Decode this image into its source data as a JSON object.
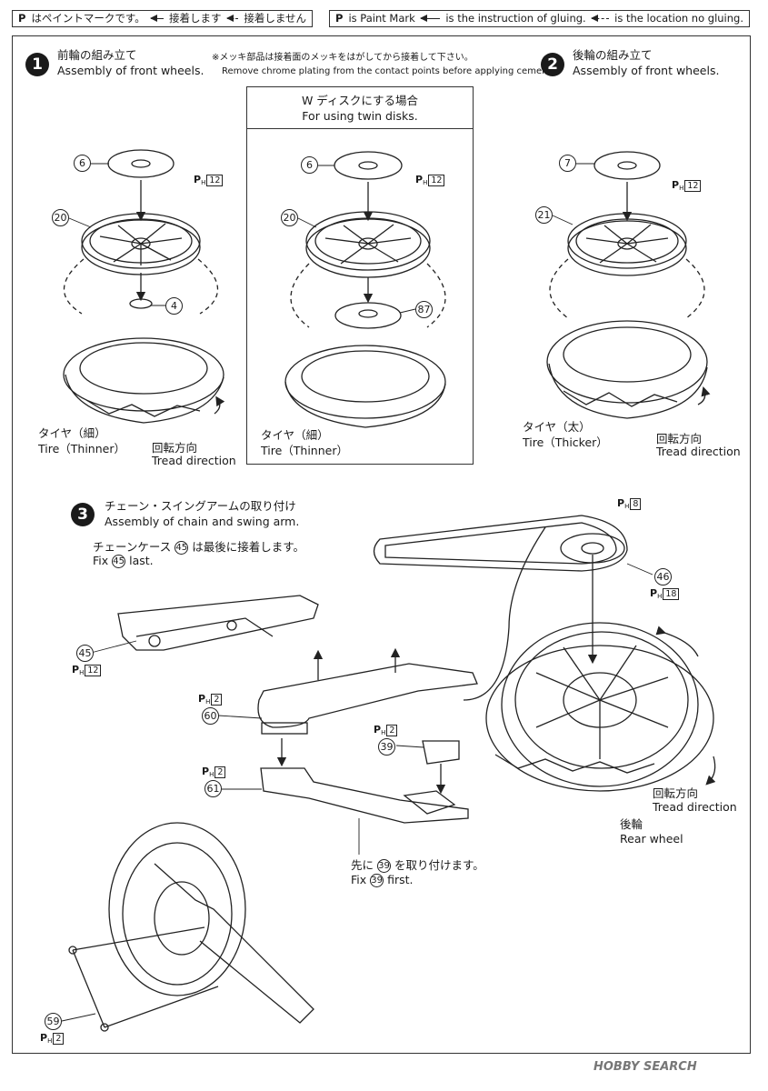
{
  "legend": {
    "jp": {
      "mark": "P",
      "mark_text": "はペイントマークです。",
      "glue": "接着します",
      "noglue": "接着しません"
    },
    "en": {
      "mark": "P",
      "mark_text": "is Paint Mark",
      "glue": "is the instruction of gluing.",
      "noglue": "is the location no gluing."
    }
  },
  "notes": {
    "chrome_jp": "※メッキ部品は接着面のメッキをはがしてから接着して下さい。",
    "chrome_en": "Remove chrome plating from the contact points before applying cement."
  },
  "step1": {
    "num": "1",
    "title_jp": "前輪の組み立て",
    "title_en": "Assembly of front wheels.",
    "tire_jp": "タイヤ（細）",
    "tire_en": "Tire（Thinner）",
    "dir_jp": "回転方向",
    "dir_en": "Tread direction"
  },
  "twin": {
    "title_jp": "W ディスクにする場合",
    "title_en": "For using twin disks.",
    "tire_jp": "タイヤ（細）",
    "tire_en": "Tire（Thinner）"
  },
  "step2": {
    "num": "2",
    "title_jp": "後輪の組み立て",
    "title_en": "Assembly of front wheels.",
    "tire_jp": "タイヤ（太）",
    "tire_en": "Tire（Thicker）",
    "dir_jp": "回転方向",
    "dir_en": "Tread direction"
  },
  "step3": {
    "num": "3",
    "title_jp": "チェーン・スイングアームの取り付け",
    "title_en": "Assembly of chain and swing arm.",
    "fix_jp_pre": "チェーンケース",
    "fix_jp_part": "45",
    "fix_jp_post": "は最後に接着します。",
    "fix_en_pre": "Fix",
    "fix_en_part": "45",
    "fix_en_post": "last.",
    "first_jp_pre": "先に",
    "first_jp_part": "39",
    "first_jp_post": "を取り付けます。",
    "first_en_pre": "Fix",
    "first_en_part": "39",
    "first_en_post": "first.",
    "dir_jp": "回転方向",
    "dir_en": "Tread direction",
    "rear_jp": "後輪",
    "rear_en": "Rear wheel"
  },
  "parts": {
    "p6a": "6",
    "p20a": "20",
    "p4": "4",
    "p6b": "6",
    "p20b": "20",
    "p87": "87",
    "p7": "7",
    "p21": "21",
    "p45": "45",
    "p46": "46",
    "p60": "60",
    "p61": "61",
    "p39": "39",
    "p59": "59"
  },
  "pmarks": {
    "pm1": "12",
    "pm2": "12",
    "pm3": "12",
    "pm4": "8",
    "pm5": "18",
    "pm6": "12",
    "pm7": "2",
    "pm8": "2",
    "pm9": "2",
    "pm10": "2"
  },
  "watermark": "HOBBY SEARCH"
}
